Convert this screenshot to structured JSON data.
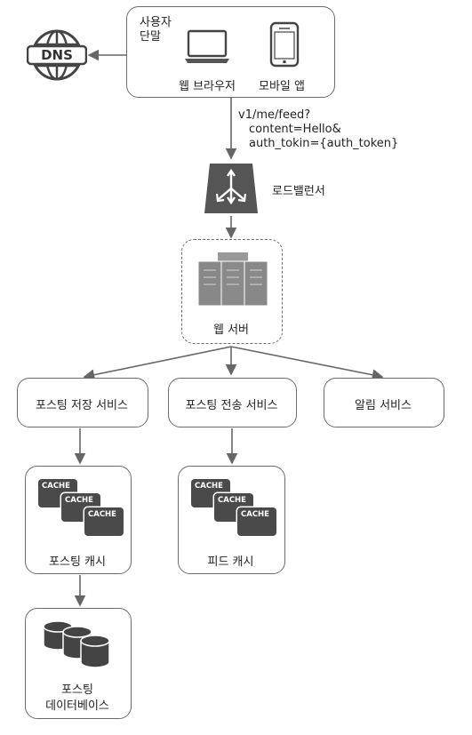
{
  "client": {
    "title": "사용자\n단말",
    "browser_label": "웹 브라우저",
    "mobile_label": "모바일 앱"
  },
  "dns": {
    "label": "DNS"
  },
  "request": {
    "line1": "v1/me/feed?",
    "line2": "content=Hello&",
    "line3": "auth_tokin={auth_token}"
  },
  "load_balancer": {
    "label": "로드밸런서"
  },
  "web_server": {
    "label": "웹 서버"
  },
  "services": {
    "post_store": "포스팅 저장 서비스",
    "post_send": "포스팅 전송 서비스",
    "notification": "알림 서비스"
  },
  "post_cache": {
    "label": "포스팅 캐시",
    "card_text": "CACHE"
  },
  "feed_cache": {
    "label": "피드 캐시",
    "card_text": "CACHE"
  },
  "post_db": {
    "label_line1": "포스팅",
    "label_line2": "데이터베이스"
  }
}
